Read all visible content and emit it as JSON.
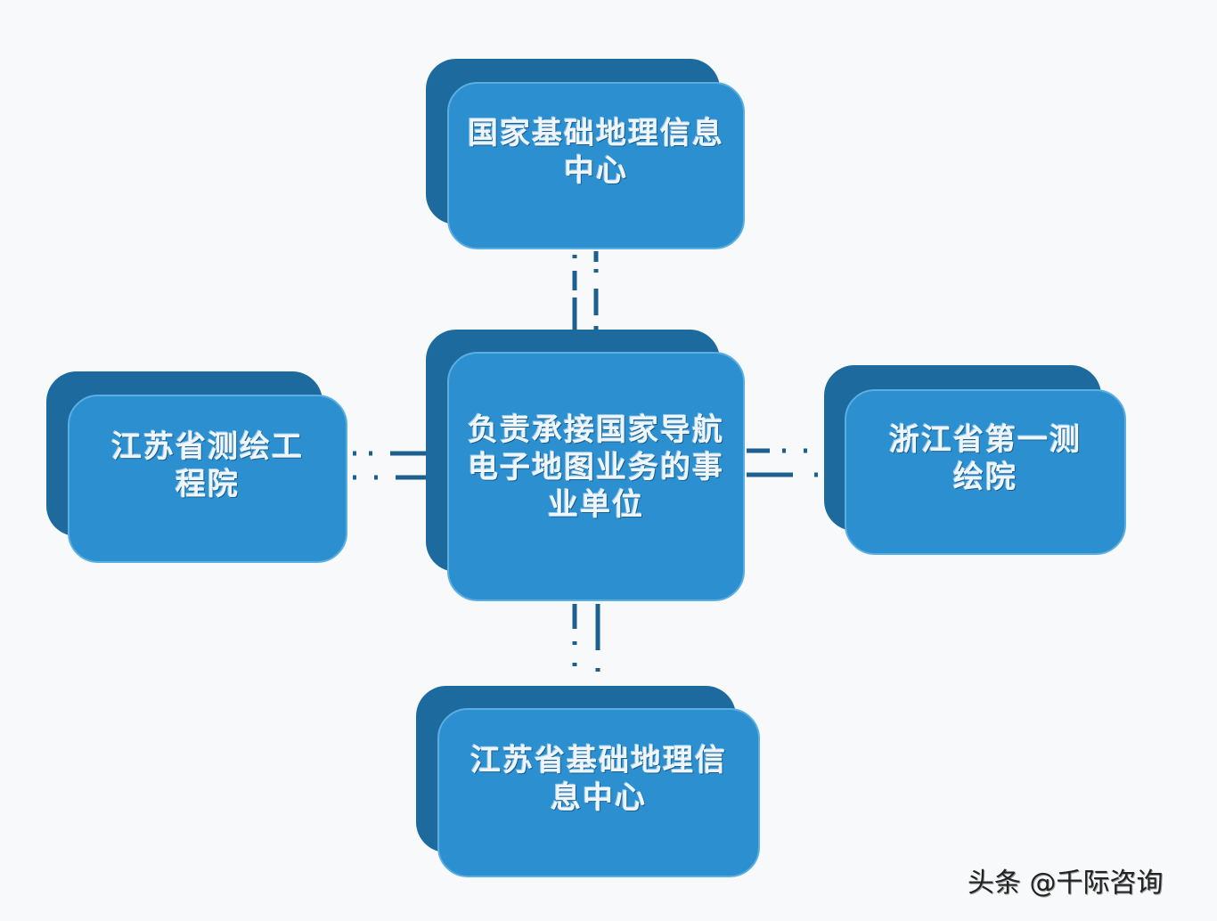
{
  "colors": {
    "box_front": "#2b8fd0",
    "box_back": "#1d6a9f",
    "connector": "#1d5f8e"
  },
  "nodes": {
    "center": "负责承接国家导航电子地图业务的事业单位",
    "top": "国家基础地理信息中心",
    "left": "江苏省测绘工程院",
    "right": "浙江省第一测绘院",
    "bottom": "江苏省基础地理信息中心"
  },
  "footer": "头条 @千际咨询"
}
